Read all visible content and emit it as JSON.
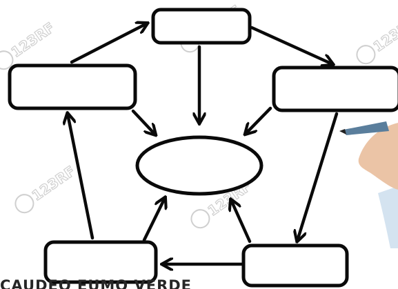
{
  "diagram": {
    "nodes": [
      {
        "id": "top",
        "shape": "rounded-rect",
        "label": ""
      },
      {
        "id": "left",
        "shape": "rounded-rect",
        "label": ""
      },
      {
        "id": "right",
        "shape": "rounded-rect",
        "label": ""
      },
      {
        "id": "center",
        "shape": "ellipse",
        "label": ""
      },
      {
        "id": "bottom-left",
        "shape": "rounded-rect",
        "label": ""
      },
      {
        "id": "bottom-right",
        "shape": "rounded-rect",
        "label": ""
      }
    ],
    "edges": [
      {
        "from": "left",
        "to": "top"
      },
      {
        "from": "top",
        "to": "right"
      },
      {
        "from": "top",
        "to": "center"
      },
      {
        "from": "left",
        "to": "center"
      },
      {
        "from": "right",
        "to": "center"
      },
      {
        "from": "right",
        "to": "bottom-right"
      },
      {
        "from": "bottom-right",
        "to": "bottom-left"
      },
      {
        "from": "bottom-left",
        "to": "left"
      },
      {
        "from": "bottom-left",
        "to": "center"
      },
      {
        "from": "bottom-right",
        "to": "center"
      }
    ]
  },
  "watermark": {
    "text": "123RF",
    "repeat": 5
  },
  "caption": "CAUDEO EUMO VERDE",
  "colors": {
    "ink": "#0a0a0a",
    "background": "#ffffff",
    "watermark": "#cfcfcf",
    "skin": "#ebc4a6",
    "sleeve": "#cfe0ee"
  }
}
